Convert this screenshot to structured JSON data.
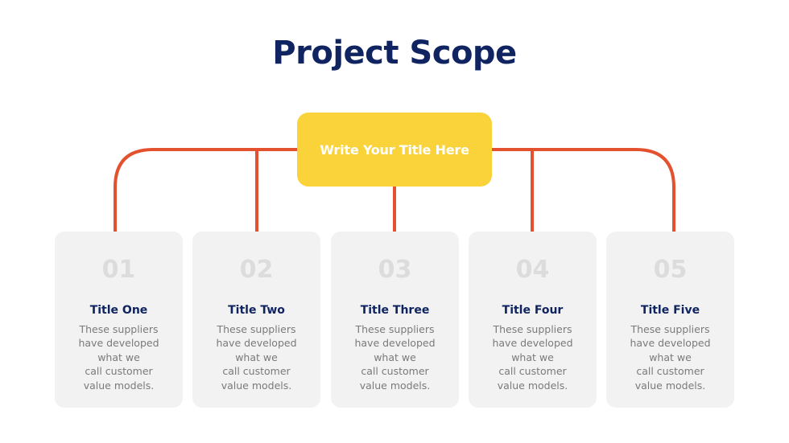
{
  "slide": {
    "title": "Project Scope",
    "root_label": "Write Your Title Here"
  },
  "colors": {
    "title": "#0f2461",
    "root_fill": "#fad33b",
    "connector": "#e3512e",
    "card_fill": "#f2f2f2",
    "card_number": "#dcdcdc",
    "card_title": "#0f2461",
    "card_body": "#7a7a7a"
  },
  "cards": [
    {
      "number": "01",
      "title": "Title One",
      "lines": [
        "These suppliers",
        "have developed",
        "what we",
        "call customer",
        "value models."
      ]
    },
    {
      "number": "02",
      "title": "Title Two",
      "lines": [
        "These suppliers",
        "have developed",
        "what we",
        "call customer",
        "value models."
      ]
    },
    {
      "number": "03",
      "title": "Title Three",
      "lines": [
        "These suppliers",
        "have developed",
        "what we",
        "call customer",
        "value models."
      ]
    },
    {
      "number": "04",
      "title": "Title Four",
      "lines": [
        "These suppliers",
        "have developed",
        "what we",
        "call customer",
        "value models."
      ]
    },
    {
      "number": "05",
      "title": "Title Five",
      "lines": [
        "These suppliers",
        "have developed",
        "what we",
        "call customer",
        "value models."
      ]
    }
  ]
}
